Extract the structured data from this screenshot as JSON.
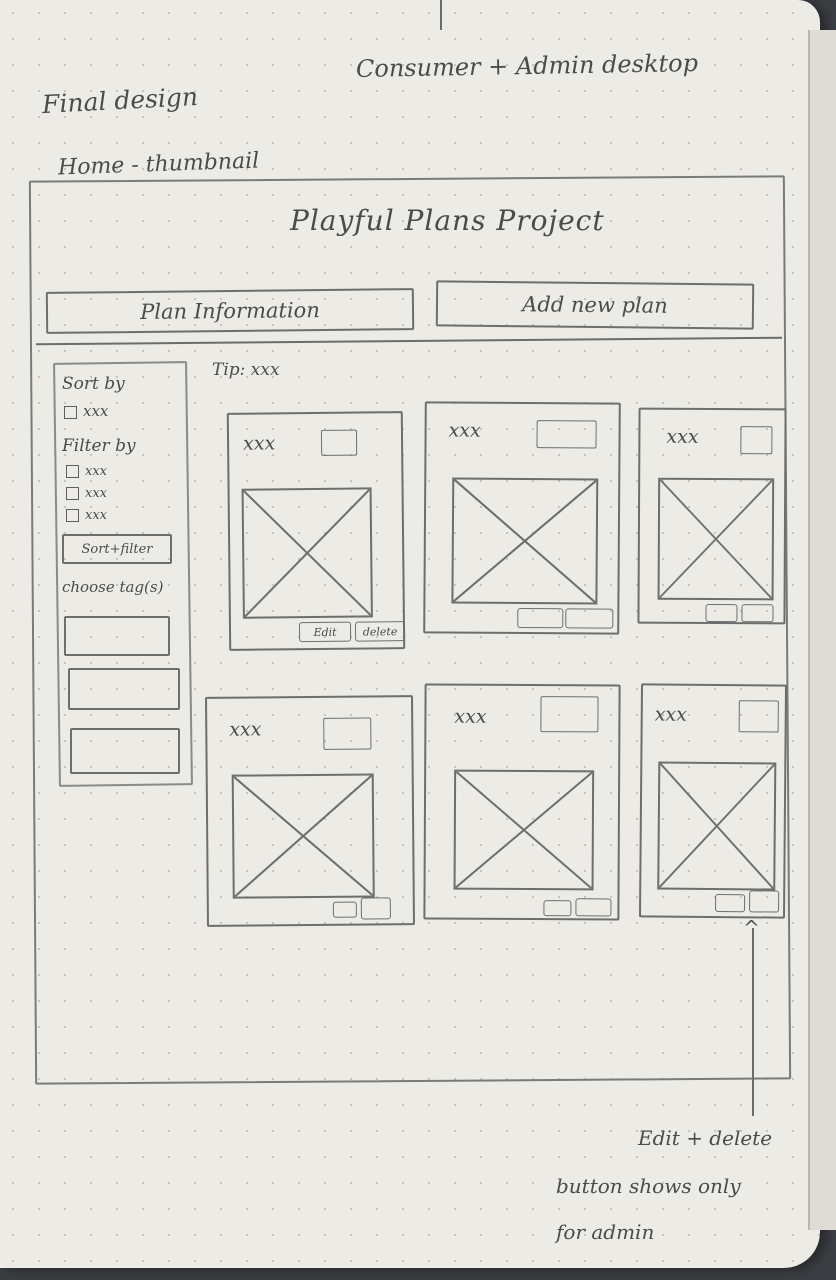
{
  "notes": {
    "top_left": "Final design",
    "top_right": "Consumer + Admin desktop",
    "screen_label": "Home - thumbnail",
    "annotation": [
      "Edit + delete",
      "button shows only",
      "for admin"
    ]
  },
  "app": {
    "title": "Playful Plans Project",
    "nav": [
      {
        "label": "Plan Information"
      },
      {
        "label": "Add new plan"
      }
    ]
  },
  "sidebar": {
    "sort_heading": "Sort by",
    "sort_option": "xxx",
    "filter_heading": "Filter by",
    "filter_options": [
      "xxx",
      "xxx",
      "xxx"
    ],
    "apply_button": "Sort+filter",
    "tags_heading": "choose tag(s)"
  },
  "main": {
    "tip": "Tip: xxx",
    "cards": [
      {
        "title": "xxx",
        "edit": "Edit",
        "delete": "delete"
      },
      {
        "title": "xxx"
      },
      {
        "title": "xxx"
      },
      {
        "title": "xxx"
      },
      {
        "title": "xxx"
      },
      {
        "title": "xxx"
      }
    ]
  }
}
